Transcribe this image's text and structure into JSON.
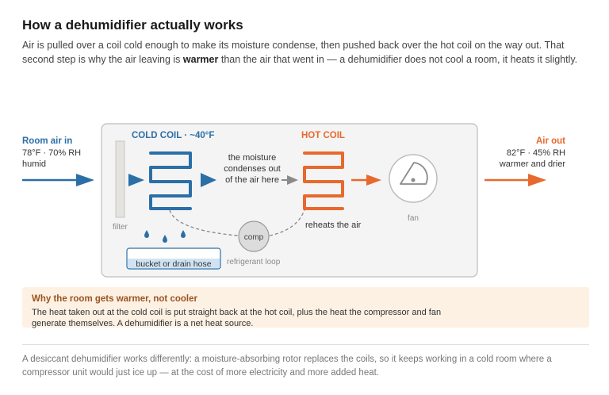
{
  "title": "How a dehumidifier actually works",
  "intro": {
    "before": "Air is pulled over a coil cold enough to make its moisture condense, then pushed back over the hot coil on the way out. That second step is why the air leaving is ",
    "emphasis": "warmer",
    "after": " than the air that went in — a dehumidifier does not cool a room, it heats it slightly."
  },
  "diagram": {
    "room_air": {
      "label": "Room air in",
      "reading": "78°F · 70% RH",
      "note": "humid"
    },
    "filter_label": "filter",
    "cold_coil_label": "COLD COIL · ~40°F",
    "condense_note": [
      "the moisture",
      "condenses out",
      "of the air here"
    ],
    "hot_coil_label": "HOT COIL",
    "reheat_note": "reheats the air",
    "fan_label": "fan",
    "compressor_label": "comp",
    "loop_label": "refrigerant loop",
    "bucket_label": "bucket or drain hose",
    "air_out": {
      "label": "Air out",
      "reading": "82°F · 45% RH",
      "note": "warmer and drier"
    },
    "colors": {
      "cold": "#2b6fa6",
      "hot": "#e8692e",
      "unit_border": "#bdbdbd",
      "unit_fill": "#f4f4f4"
    }
  },
  "callout": {
    "title": "Why the room gets warmer, not cooler",
    "body": "The heat taken out at the cold coil is put straight back at the hot coil, plus the heat the compressor and fan generate themselves. A dehumidifier is a net heat source."
  },
  "footnote": "A desiccant dehumidifier works differently: a moisture-absorbing rotor replaces the coils, so it keeps working in a cold room where a compressor unit would just ice up — at the cost of more electricity and more added heat."
}
